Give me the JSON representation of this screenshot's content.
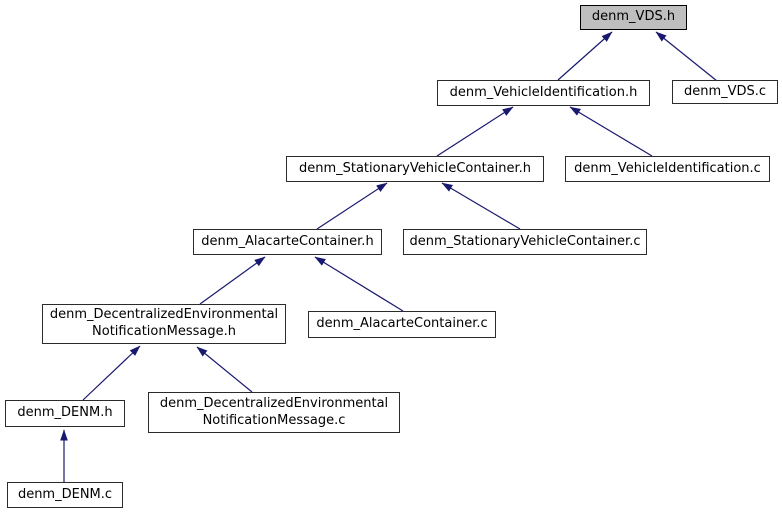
{
  "diagram": {
    "type": "include-dependency-graph",
    "colors": {
      "edge": "#191970",
      "node_fill": "#ffffff",
      "root_node_fill": "#bfbfbf",
      "node_border": "#2b2b2b",
      "text": "#000000",
      "background": "#ffffff"
    }
  },
  "nodes": [
    {
      "label": "denm_VDS.h",
      "highlighted": true
    },
    {
      "label": "denm_VehicleIdentification.h",
      "highlighted": false
    },
    {
      "label": "denm_VDS.c",
      "highlighted": false
    },
    {
      "label": "denm_StationaryVehicleContainer.h",
      "highlighted": false
    },
    {
      "label": "denm_VehicleIdentification.c",
      "highlighted": false
    },
    {
      "label": "denm_AlacarteContainer.h",
      "highlighted": false
    },
    {
      "label": "denm_StationaryVehicleContainer.c",
      "highlighted": false
    },
    {
      "label": "denm_DecentralizedEnvironmental\nNotificationMessage.h",
      "highlighted": false
    },
    {
      "label": "denm_AlacarteContainer.c",
      "highlighted": false
    },
    {
      "label": "denm_DENM.h",
      "highlighted": false
    },
    {
      "label": "denm_DecentralizedEnvironmental\nNotificationMessage.c",
      "highlighted": false
    },
    {
      "label": "denm_DENM.c",
      "highlighted": false
    }
  ],
  "edges": [
    {
      "from": "denm_VehicleIdentification.h",
      "to": "denm_VDS.h"
    },
    {
      "from": "denm_VDS.c",
      "to": "denm_VDS.h"
    },
    {
      "from": "denm_StationaryVehicleContainer.h",
      "to": "denm_VehicleIdentification.h"
    },
    {
      "from": "denm_VehicleIdentification.c",
      "to": "denm_VehicleIdentification.h"
    },
    {
      "from": "denm_AlacarteContainer.h",
      "to": "denm_StationaryVehicleContainer.h"
    },
    {
      "from": "denm_StationaryVehicleContainer.c",
      "to": "denm_StationaryVehicleContainer.h"
    },
    {
      "from": "denm_DecentralizedEnvironmentalNotificationMessage.h",
      "to": "denm_AlacarteContainer.h"
    },
    {
      "from": "denm_AlacarteContainer.c",
      "to": "denm_AlacarteContainer.h"
    },
    {
      "from": "denm_DENM.h",
      "to": "denm_DecentralizedEnvironmentalNotificationMessage.h"
    },
    {
      "from": "denm_DecentralizedEnvironmentalNotificationMessage.c",
      "to": "denm_DecentralizedEnvironmentalNotificationMessage.h"
    },
    {
      "from": "denm_DENM.c",
      "to": "denm_DENM.h"
    }
  ]
}
